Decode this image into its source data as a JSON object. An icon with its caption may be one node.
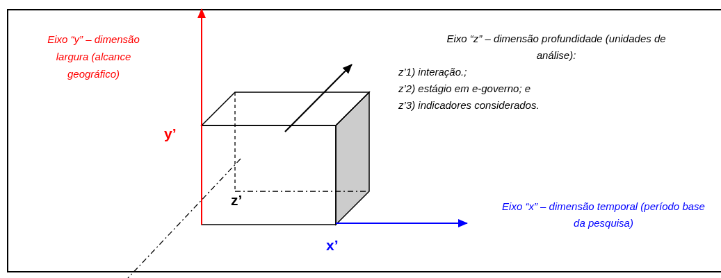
{
  "diagram": {
    "labels": [
      "Eixo “y” – dimensão largura (alcance geográfico)",
      "Eixo “z” – dimensão profundidade (unidades de análise):",
      "z’1) interação.;",
      "z’2) estágio em e-governo; e",
      "z’3) indicadores considerados.",
      "y’",
      "z’",
      "Eixo “x” – dimensão temporal (período base da pesquisa)",
      "x’"
    ]
  }
}
